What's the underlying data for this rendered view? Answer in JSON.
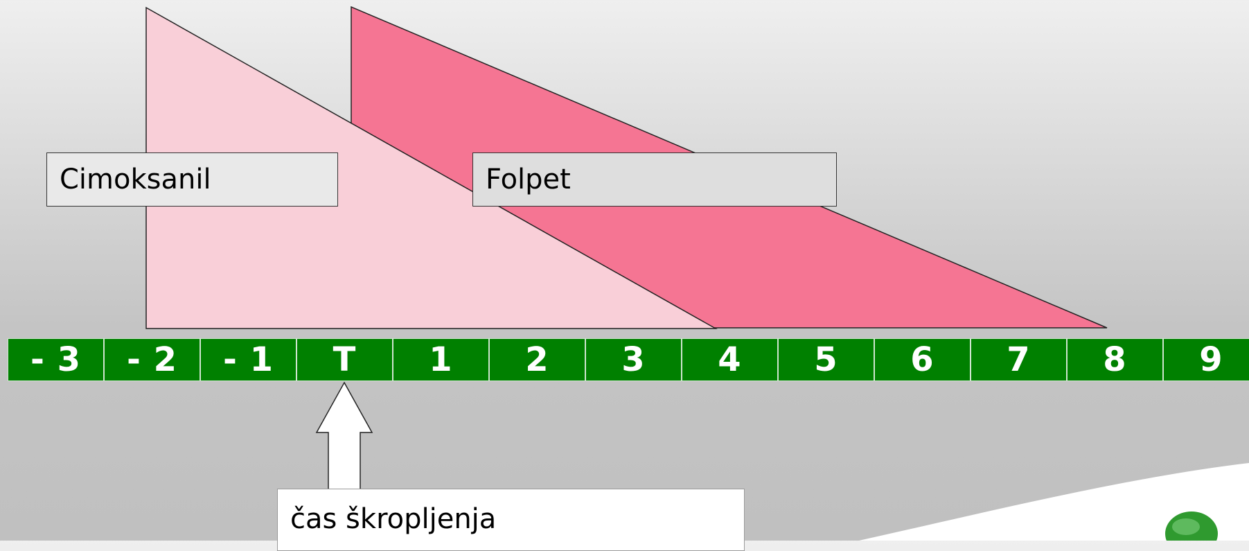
{
  "labels": {
    "cimoksanil": "Cimoksanil",
    "folpet": "Folpet",
    "spray_time": "čas škropljenja"
  },
  "timeline": {
    "cells": [
      "- 3",
      "- 2",
      "- 1",
      "T",
      "1",
      "2",
      "3",
      "4",
      "5",
      "6",
      "7",
      "8",
      "9"
    ]
  },
  "colors": {
    "cimoksanil_fill": "#f9cfd8",
    "folpet_fill": "#f57593",
    "timeline_green": "#008000",
    "logo_green": "#2f9a2f"
  }
}
